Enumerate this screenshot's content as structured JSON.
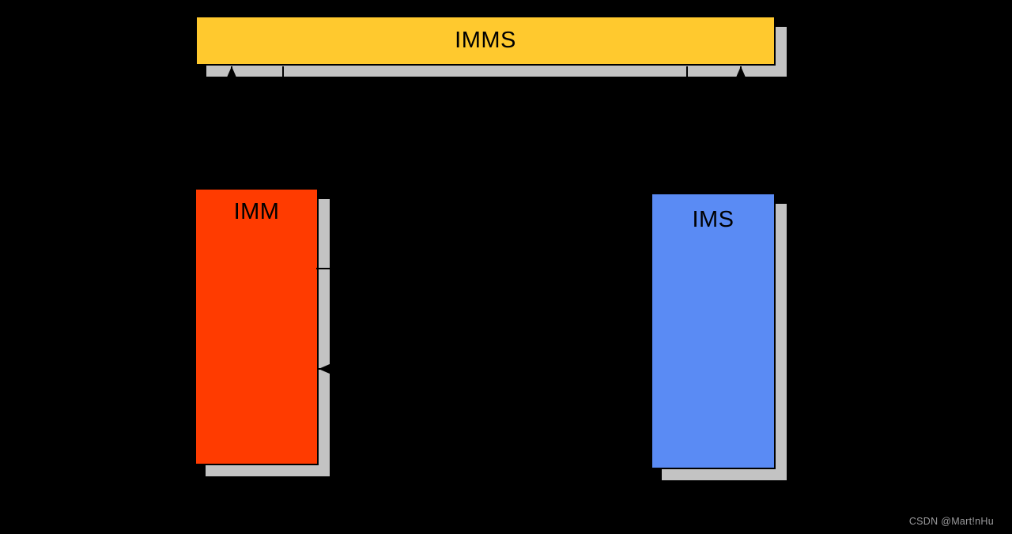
{
  "page": {
    "background": "#000000"
  },
  "diagram": {
    "line_color": "#000000",
    "shadow_color": "#c3c3c3",
    "nodes": [
      {
        "id": "imms",
        "label": "IMMS",
        "fill": "#ffc92e"
      },
      {
        "id": "imm",
        "label": "IMM",
        "fill": "#ff3b00"
      },
      {
        "id": "ims",
        "label": "IMS",
        "fill": "#5a8bf4"
      }
    ],
    "edges": [
      {
        "from": "imm",
        "to": "imms",
        "arrow": "end",
        "points": [
          [
            293,
            238
          ],
          [
            293,
            84
          ]
        ]
      },
      {
        "from": "imms",
        "to": "imm",
        "arrow": "end",
        "points": [
          [
            358,
            84
          ],
          [
            358,
            240
          ]
        ]
      },
      {
        "from": "imms",
        "to": "ims",
        "arrow": "end",
        "points": [
          [
            869,
            84
          ],
          [
            869,
            246
          ]
        ]
      },
      {
        "from": "ims",
        "to": "imms",
        "arrow": "end",
        "points": [
          [
            937,
            244
          ],
          [
            937,
            84
          ]
        ]
      },
      {
        "from": "imm",
        "to": "ims",
        "arrow": "end",
        "points": [
          [
            400,
            340
          ],
          [
            825,
            340
          ]
        ]
      },
      {
        "from": "ims",
        "to": "imm",
        "arrow": "end",
        "points": [
          [
            823,
            467
          ],
          [
            403,
            467
          ]
        ]
      }
    ]
  },
  "watermark": {
    "text": "CSDN @Mart!nHu",
    "color": "#9b9b9d"
  }
}
